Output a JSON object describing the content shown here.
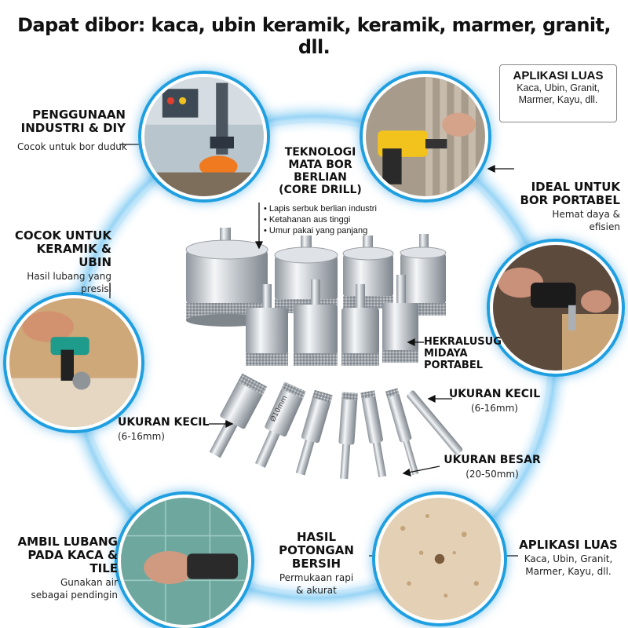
{
  "headline": "Dapat dibor: kaca, ubin keramik, keramik, marmer, granit, dll.",
  "labels": {
    "industri": {
      "title_l1": "PENGGUNAAN",
      "title_l2": "INDUSTRI & DIY",
      "sub": "Cocok untuk bor duduk"
    },
    "keramik": {
      "title_l1": "COCOK UNTUK",
      "title_l2": "KERAMIK & UBIN",
      "sub_l1": "Hasil lubang yang",
      "sub_l2": "presisi"
    },
    "kaca": {
      "title_l1": "AMBIL LUBANG",
      "title_l2": "PADA KACA & TILE",
      "sub_l1": "Gunakan air",
      "sub_l2": "sebagai pendingin"
    },
    "aplikasi_top": {
      "title": "APLIKASI LUAS",
      "sub_l1": "Kaca, Ubin, Granit,",
      "sub_l2": "Marmer, Kayu, dll."
    },
    "portabel": {
      "title_l1": "IDEAL UNTUK",
      "title_l2": "BOR PORTABEL",
      "sub_l1": "Hemat daya &",
      "sub_l2": "efisien"
    },
    "aplikasi_bottom": {
      "title": "APLIKASI LUAS",
      "sub_l1": "Kaca, Ubin, Granit,",
      "sub_l2": "Marmer, Kayu, dll."
    },
    "teknologi": {
      "l1": "TEKNOLOGI",
      "l2": "MATA BOR",
      "l3": "BERLIAN",
      "l4": "(CORE DRILL)"
    },
    "bullets": [
      "Lapis serbuk berlian industri",
      "Ketahanan aus tinggi",
      "Umur pakai yang panjang"
    ],
    "hekral": {
      "l1": "HEKRALUSUG",
      "l2": "MIDAYA PORTABEL"
    },
    "kecil_right": {
      "title": "UKURAN KECIL",
      "sub": "(6-16mm)"
    },
    "kecil_left": {
      "title": "UKURAN KECIL",
      "sub": "(6-16mm)"
    },
    "besar": {
      "title": "UKURAN BESAR",
      "sub": "(20-50mm)"
    },
    "hasil": {
      "title_l1": "HASIL POTONGAN",
      "title_l2": "BERSIH",
      "sub_l1": "Permukaan rapi",
      "sub_l2": "& akurat"
    }
  },
  "bit_engraving": "Ø10mm",
  "colors": {
    "ring": "#1f9fe0",
    "steel": "#c9ced4",
    "diamond": "#8f9499"
  }
}
